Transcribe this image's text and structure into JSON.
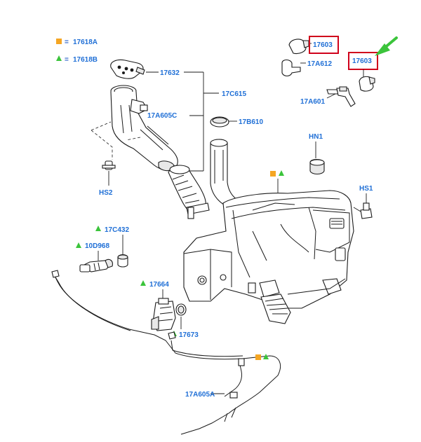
{
  "legend": {
    "square": {
      "color": "#f5a623",
      "eq": "=",
      "code": "17618A"
    },
    "triangle": {
      "color": "#3bc43b",
      "eq": "=",
      "code": "17618B"
    }
  },
  "labels": {
    "p17603_a": "17603",
    "p17603_b": "17603",
    "p17A612": "17A612",
    "p17A601": "17A601",
    "p17632": "17632",
    "p17C615": "17C615",
    "p17A605C": "17A605C",
    "p17B610": "17B610",
    "pHN1": "HN1",
    "pHS1": "HS1",
    "pHS2": "HS2",
    "p17C432": "17C432",
    "p10D968": "10D968",
    "p17664": "17664",
    "p17673": "17673",
    "p17A605A": "17A605A"
  },
  "colors": {
    "label": "#1f6fd6",
    "highlight_box": "#d0021b",
    "marker_square": "#f5a623",
    "marker_triangle": "#3bc43b",
    "arrow": "#3bc43b"
  }
}
